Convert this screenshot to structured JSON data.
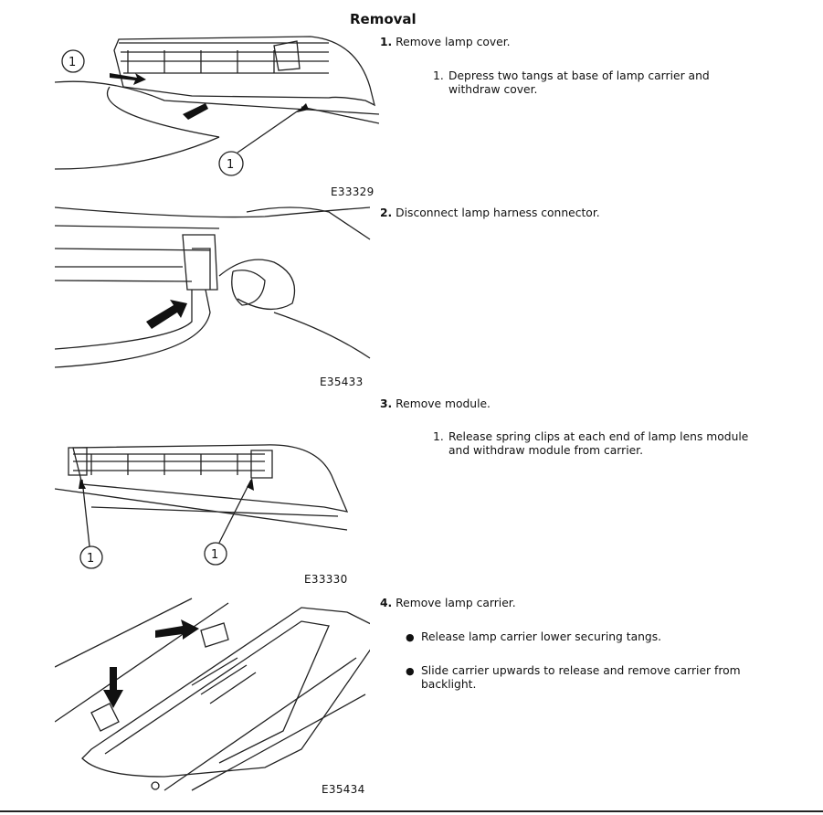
{
  "title": "Removal",
  "steps": [
    {
      "num": "1.",
      "text": "Remove lamp cover.",
      "sub": [
        {
          "num": "1.",
          "text": "Depress two tangs at base of lamp carrier and withdraw cover."
        }
      ],
      "figure": "E33329",
      "callouts": [
        "1",
        "1"
      ]
    },
    {
      "num": "2.",
      "text": "Disconnect lamp harness connector.",
      "figure": "E35433"
    },
    {
      "num": "3.",
      "text": "Remove module.",
      "sub": [
        {
          "num": "1.",
          "text": "Release spring clips at each end of lamp lens module and withdraw module from carrier."
        }
      ],
      "figure": "E33330",
      "callouts": [
        "1",
        "1"
      ]
    },
    {
      "num": "4.",
      "text": "Remove lamp carrier.",
      "bullets": [
        "Release lamp carrier lower securing tangs.",
        "Slide carrier upwards to release and remove carrier from backlight."
      ],
      "figure": "E35434"
    }
  ]
}
